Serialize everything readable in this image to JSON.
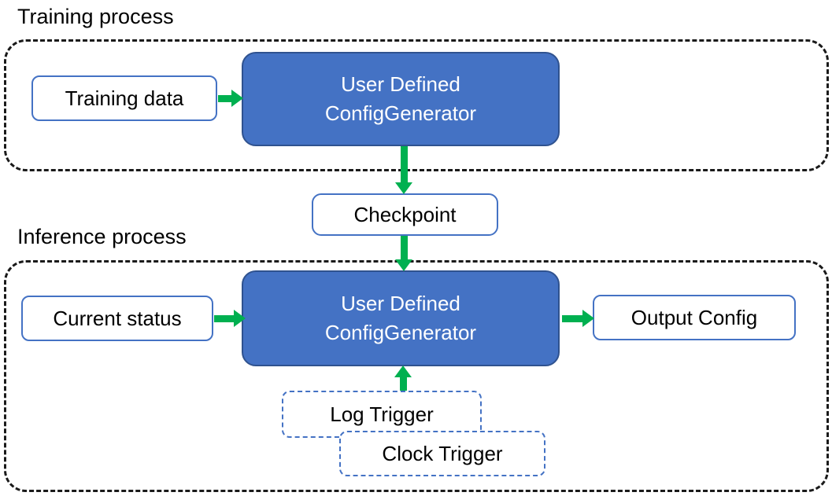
{
  "colors": {
    "generator_fill": "#4472C4",
    "generator_border": "#2F528F",
    "io_border": "#4472C4",
    "trigger_border": "#4472C4",
    "arrow": "#00B050",
    "container_border": "#1a1a1a",
    "text_dark": "#000000",
    "text_light": "#FFFFFF"
  },
  "training": {
    "label": "Training process",
    "input_label": "Training data"
  },
  "generator": {
    "line1": "User Defined",
    "line2": "ConfigGenerator"
  },
  "checkpoint": {
    "label": "Checkpoint"
  },
  "inference": {
    "label": "Inference process",
    "input_label": "Current status",
    "output_label": "Output Config",
    "log_trigger_label": "Log Trigger",
    "clock_trigger_label": "Clock Trigger"
  }
}
